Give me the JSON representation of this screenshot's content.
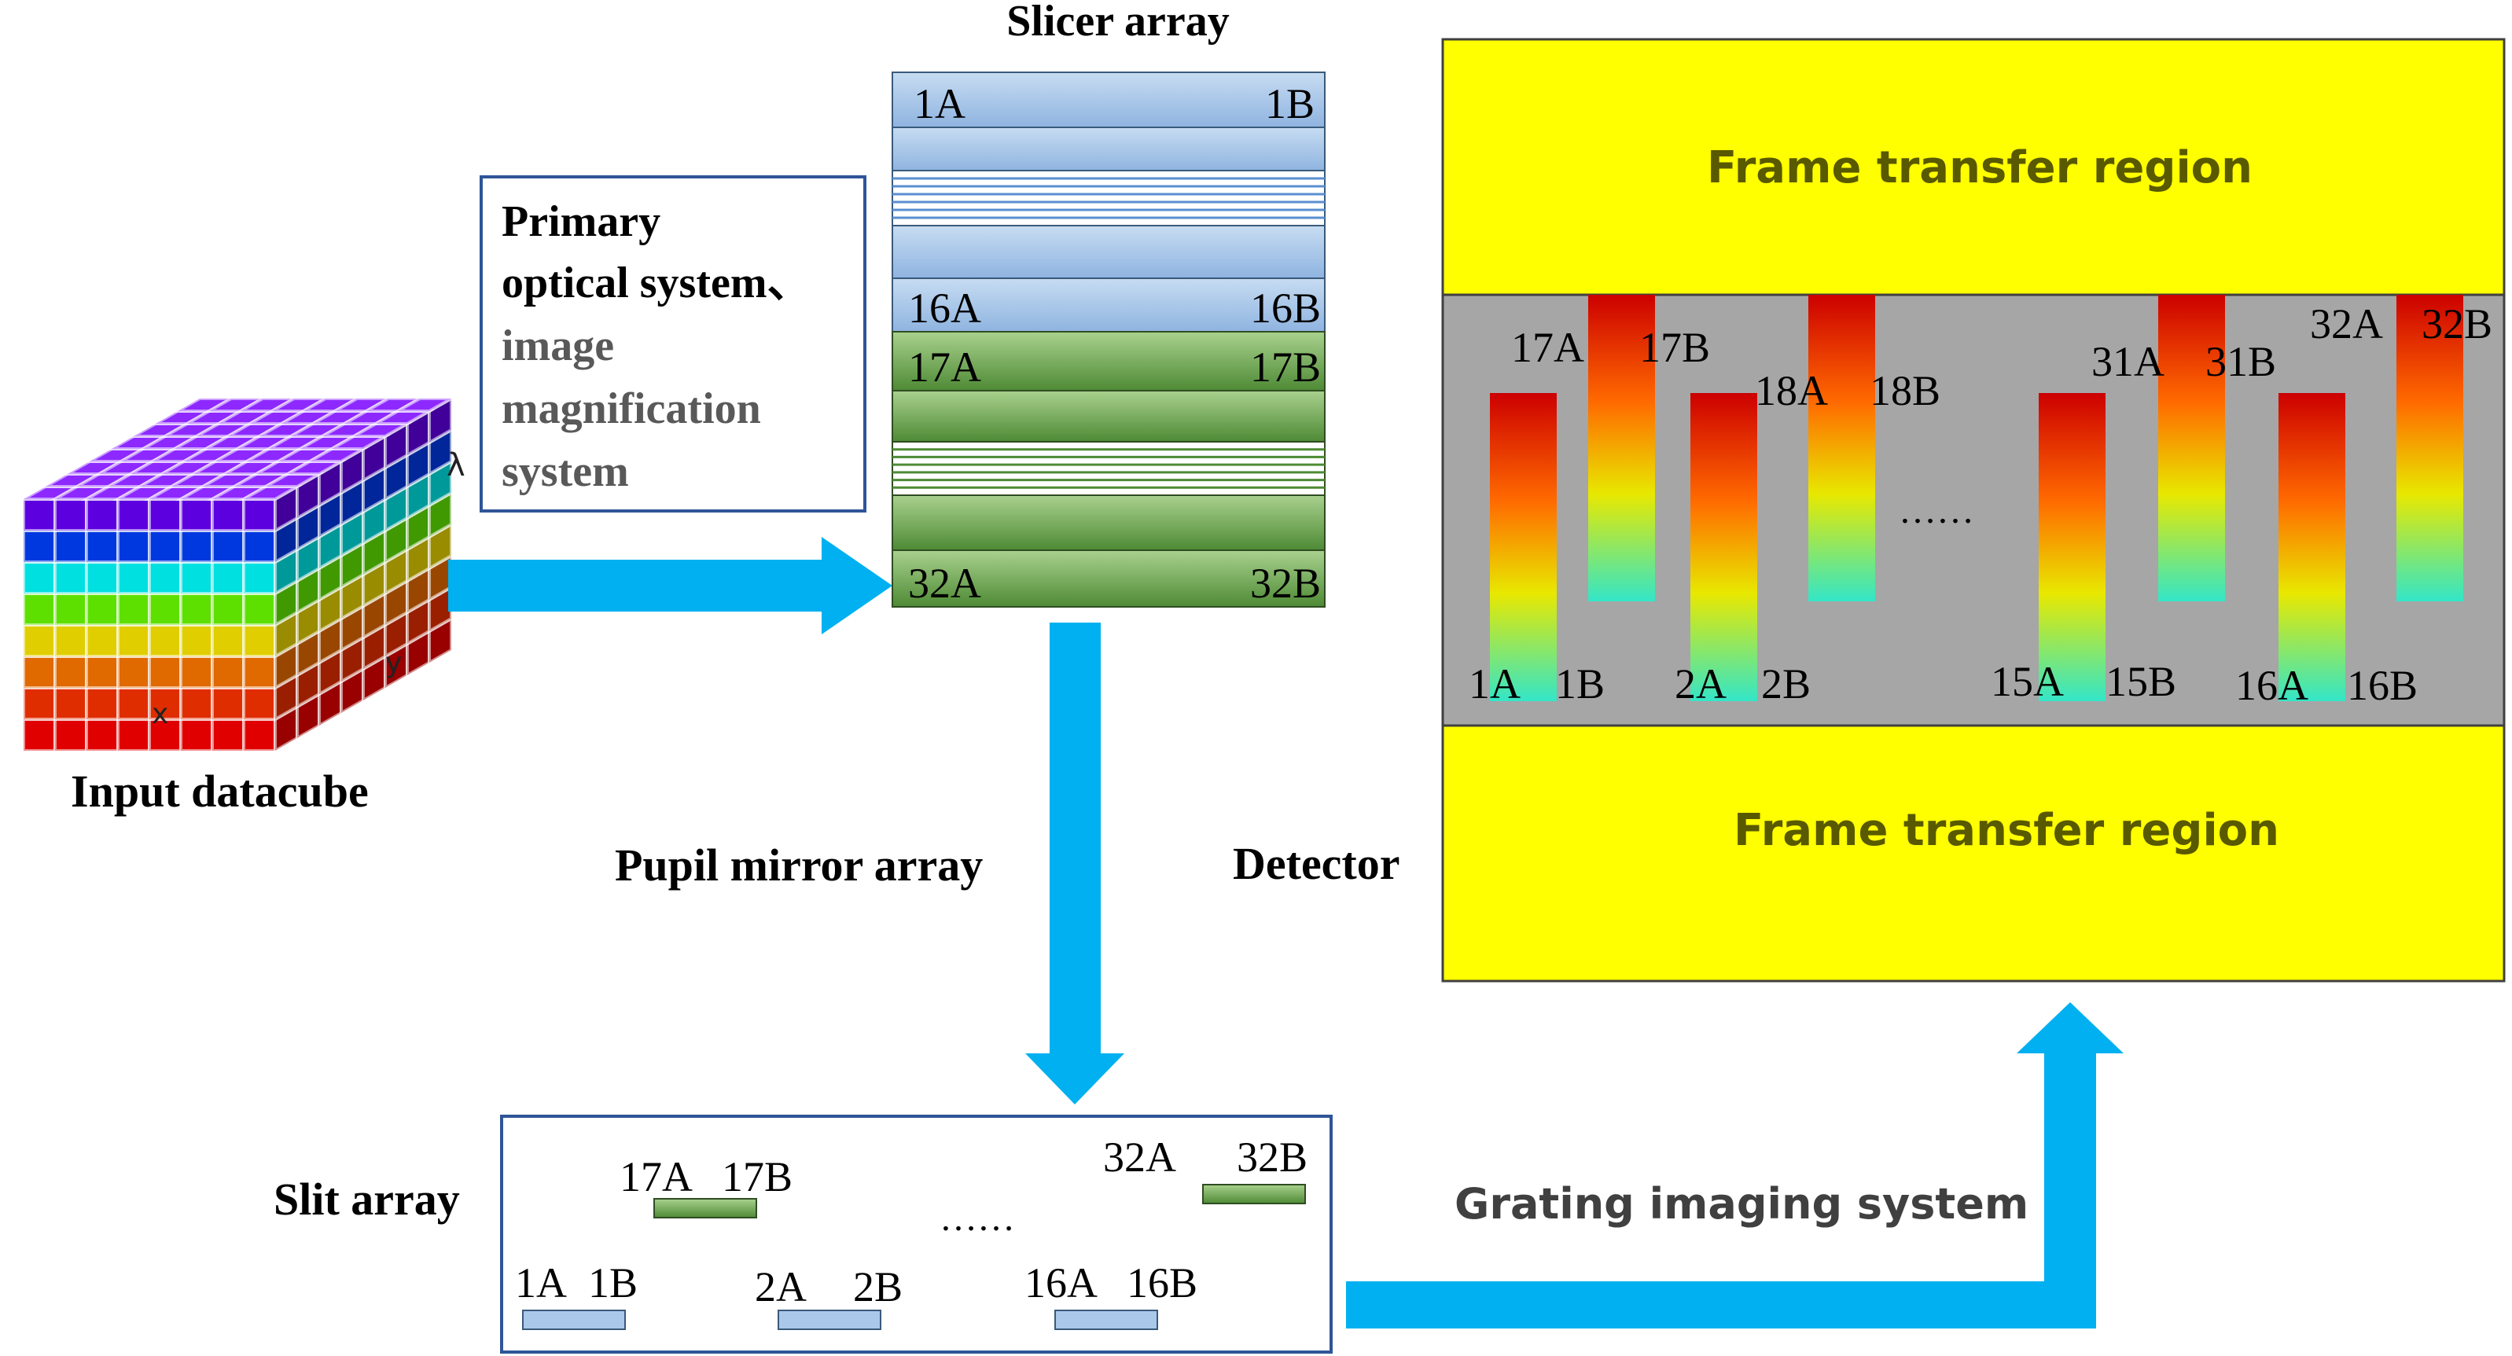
{
  "labels": {
    "input_datacube": "Input datacube",
    "primary_line1": "Primary",
    "primary_line2": "optical system、",
    "primary_line3": "image",
    "primary_line4": "magnification",
    "primary_line5": "system",
    "slicer_array": "Slicer array",
    "pupil_mirror_array": "Pupil mirror array",
    "slit_array": "Slit array",
    "detector": "Detector",
    "grating_imaging_system": "Grating imaging system",
    "frame_transfer_top": "Frame transfer region",
    "frame_transfer_bottom": "Frame transfer region"
  },
  "axes": {
    "lambda": "λ",
    "y": "y",
    "x": "x"
  },
  "slicer": {
    "s1a": "1A",
    "s1b": "1B",
    "s16a": "16A",
    "s16b": "16B",
    "s17a": "17A",
    "s17b": "17B",
    "s32a": "32A",
    "s32b": "32B"
  },
  "slits": {
    "s17a": "17A",
    "s17b": "17B",
    "s32a": "32A",
    "s32b": "32B",
    "s1a": "1A",
    "s1b": "1B",
    "s2a": "2A",
    "s2b": "2B",
    "s16a": "16A",
    "s16b": "16B",
    "ellipsis": "……"
  },
  "detector_labels": {
    "d1a": "1A",
    "d1b": "1B",
    "d2a": "2A",
    "d2b": "2B",
    "d15a": "15A",
    "d15b": "15B",
    "d16a": "16A",
    "d16b": "16B",
    "d17a": "17A",
    "d17b": "17B",
    "d18a": "18A",
    "d18b": "18B",
    "d31a": "31A",
    "d31b": "31B",
    "d32a": "32A",
    "d32b": "32B",
    "ellipsis": "……"
  },
  "colors": {
    "arrow": "#00b0f0",
    "yellow": "#ffff00",
    "detector_gray": "#a6a6a6",
    "slice_blue": "#a9c8ea",
    "slice_green": "#6aa84f",
    "box_border": "#2f5597",
    "frame_text": "#595900"
  }
}
